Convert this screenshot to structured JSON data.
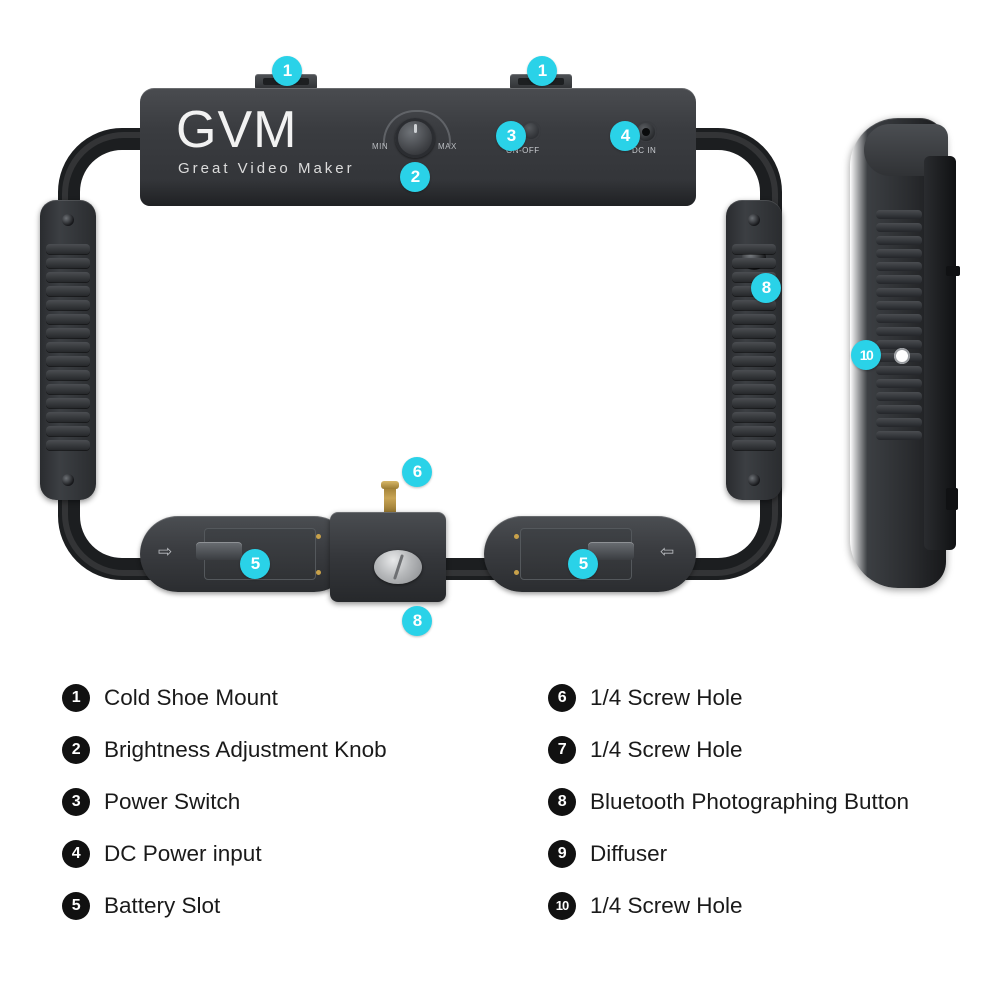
{
  "product": {
    "brand": "GVM",
    "tagline": "Great Video Maker",
    "knob": {
      "min_label": "MIN",
      "max_label": "MAX"
    },
    "switch_label": "ON-OFF",
    "dc_label": "DC IN"
  },
  "callouts": [
    {
      "id": "c1a",
      "label": "1"
    },
    {
      "id": "c1b",
      "label": "1"
    },
    {
      "id": "c2",
      "label": "2"
    },
    {
      "id": "c3",
      "label": "3"
    },
    {
      "id": "c4",
      "label": "4"
    },
    {
      "id": "c5a",
      "label": "5"
    },
    {
      "id": "c5b",
      "label": "5"
    },
    {
      "id": "c6",
      "label": "6"
    },
    {
      "id": "c8a",
      "label": "8"
    },
    {
      "id": "c8b",
      "label": "8"
    },
    {
      "id": "c10",
      "label": "10"
    }
  ],
  "legend": {
    "left": [
      {
        "num": "1",
        "text": "Cold Shoe Mount"
      },
      {
        "num": "2",
        "text": "Brightness Adjustment Knob"
      },
      {
        "num": "3",
        "text": "Power Switch"
      },
      {
        "num": "4",
        "text": "DC Power input"
      },
      {
        "num": "5",
        "text": "Battery Slot"
      }
    ],
    "right": [
      {
        "num": "6",
        "text": "1/4 Screw Hole"
      },
      {
        "num": "7",
        "text": "1/4 Screw Hole"
      },
      {
        "num": "8",
        "text": "Bluetooth Photographing Button"
      },
      {
        "num": "9",
        "text": "Diffuser"
      },
      {
        "num": "10",
        "text": "1/4 Screw Hole"
      }
    ]
  },
  "colors": {
    "accent": "#2ad2e8",
    "legend_badge": "#111111",
    "body_dark": "#2b2d30",
    "background": "#ffffff"
  }
}
